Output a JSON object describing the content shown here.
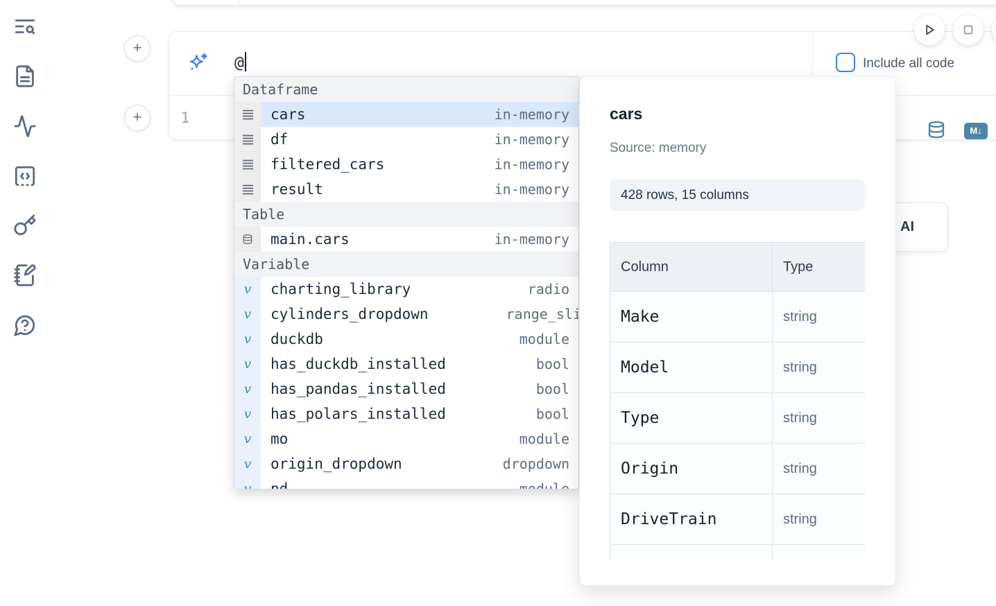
{
  "sidebar": {
    "items": [
      {
        "icon": "toc-search-icon"
      },
      {
        "icon": "file-document-icon"
      },
      {
        "icon": "activity-icon"
      },
      {
        "icon": "code-snippet-icon"
      },
      {
        "icon": "key-icon"
      },
      {
        "icon": "notebook-pen-icon"
      },
      {
        "icon": "help-chat-icon"
      }
    ]
  },
  "toolbar": {
    "run_icon": "play-icon",
    "stop_icon": "stop-square-icon"
  },
  "prompt_cell": {
    "prompt_value": "@",
    "include_all_code_label": "Include all code",
    "line_number": "1",
    "icons": [
      "sparkles-icon",
      "database-icon",
      "markdown-icon"
    ],
    "markdown_icon_text": "M↓"
  },
  "autocomplete": {
    "sections": [
      {
        "label": "Dataframe",
        "icon": "dataframe-rows-icon",
        "items": [
          {
            "name": "cars",
            "type": "in-memory",
            "selected": true
          },
          {
            "name": "df",
            "type": "in-memory"
          },
          {
            "name": "filtered_cars",
            "type": "in-memory"
          },
          {
            "name": "result",
            "type": "in-memory"
          }
        ]
      },
      {
        "label": "Table",
        "icon": "database-icon",
        "items": [
          {
            "name": "main.cars",
            "type": "in-memory"
          }
        ]
      },
      {
        "label": "Variable",
        "icon": "variable-icon",
        "items": [
          {
            "name": "charting_library",
            "type": "radio"
          },
          {
            "name": "cylinders_dropdown",
            "type": "range_sli",
            "clip": true
          },
          {
            "name": "duckdb",
            "type": "module"
          },
          {
            "name": "has_duckdb_installed",
            "type": "bool"
          },
          {
            "name": "has_pandas_installed",
            "type": "bool"
          },
          {
            "name": "has_polars_installed",
            "type": "bool"
          },
          {
            "name": "mo",
            "type": "module"
          },
          {
            "name": "origin_dropdown",
            "type": "dropdown"
          },
          {
            "name": "pd",
            "type": "module",
            "partial": true
          }
        ]
      }
    ]
  },
  "preview": {
    "title": "cars",
    "source_label": "Source: memory",
    "shape_badge": "428 rows, 15 columns",
    "table": {
      "headers": [
        "Column",
        "Type"
      ],
      "rows": [
        [
          "Make",
          "string"
        ],
        [
          "Model",
          "string"
        ],
        [
          "Type",
          "string"
        ],
        [
          "Origin",
          "string"
        ],
        [
          "DriveTrain",
          "string"
        ],
        [
          "",
          ""
        ]
      ]
    }
  },
  "ai_button_label": "AI",
  "colors": {
    "accent_blue": "#3b82f6",
    "selected_row_bg": "#d9e9fb",
    "variable_gutter_bg": "#e9f1fc",
    "gutter_bg": "#ededee",
    "steel_icon": "#4e86a8",
    "slate_icon": "#5b6b80",
    "section_header_bg": "#f2f3f5",
    "badge_bg": "#f0f4f8"
  }
}
